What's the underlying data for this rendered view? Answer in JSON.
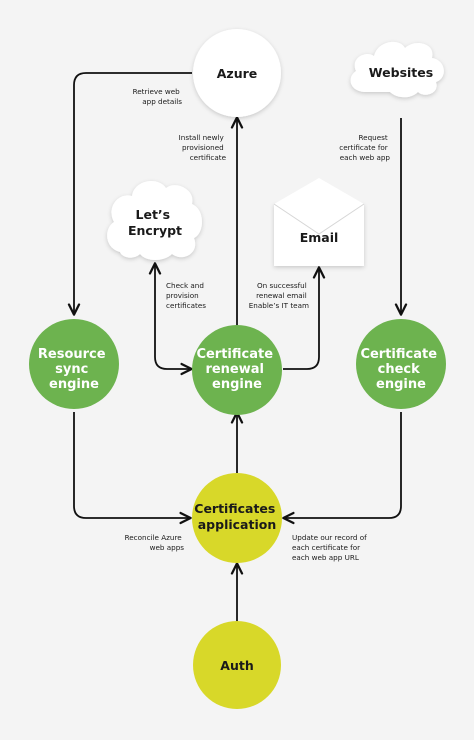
{
  "nodes": {
    "azure": {
      "lines": [
        "Azure"
      ]
    },
    "websites": {
      "lines": [
        "Websites"
      ]
    },
    "lets_encrypt": {
      "lines": [
        "Let’s",
        "Encrypt"
      ]
    },
    "email": {
      "lines": [
        "Email"
      ]
    },
    "resource_sync": {
      "lines": [
        "Resource",
        "sync",
        "engine"
      ]
    },
    "renewal": {
      "lines": [
        "Certificate",
        "renewal",
        "engine"
      ]
    },
    "check": {
      "lines": [
        "Certificate",
        "check",
        "engine"
      ]
    },
    "certificates_app": {
      "lines": [
        "Certificates",
        "application"
      ]
    },
    "auth": {
      "lines": [
        "Auth"
      ]
    }
  },
  "edge_labels": {
    "retrieve": [
      "Retrieve web",
      "app details"
    ],
    "install": [
      "Install newly",
      "provisioned",
      "certificate"
    ],
    "request": [
      "Request",
      "certificate for",
      "each web app"
    ],
    "check_provision": [
      "Check and",
      "provision",
      "certificates"
    ],
    "renewal_email": [
      "On successful",
      "renewal email",
      "Enable’s IT team"
    ],
    "reconcile": [
      "Reconcile Azure",
      "web apps"
    ],
    "update_record": [
      "Update our record of",
      "each certificate for",
      "each web app URL"
    ]
  },
  "colors": {
    "green": "#6db34f",
    "yellow": "#d8d829",
    "line": "#111111",
    "background": "#f4f4f4"
  }
}
